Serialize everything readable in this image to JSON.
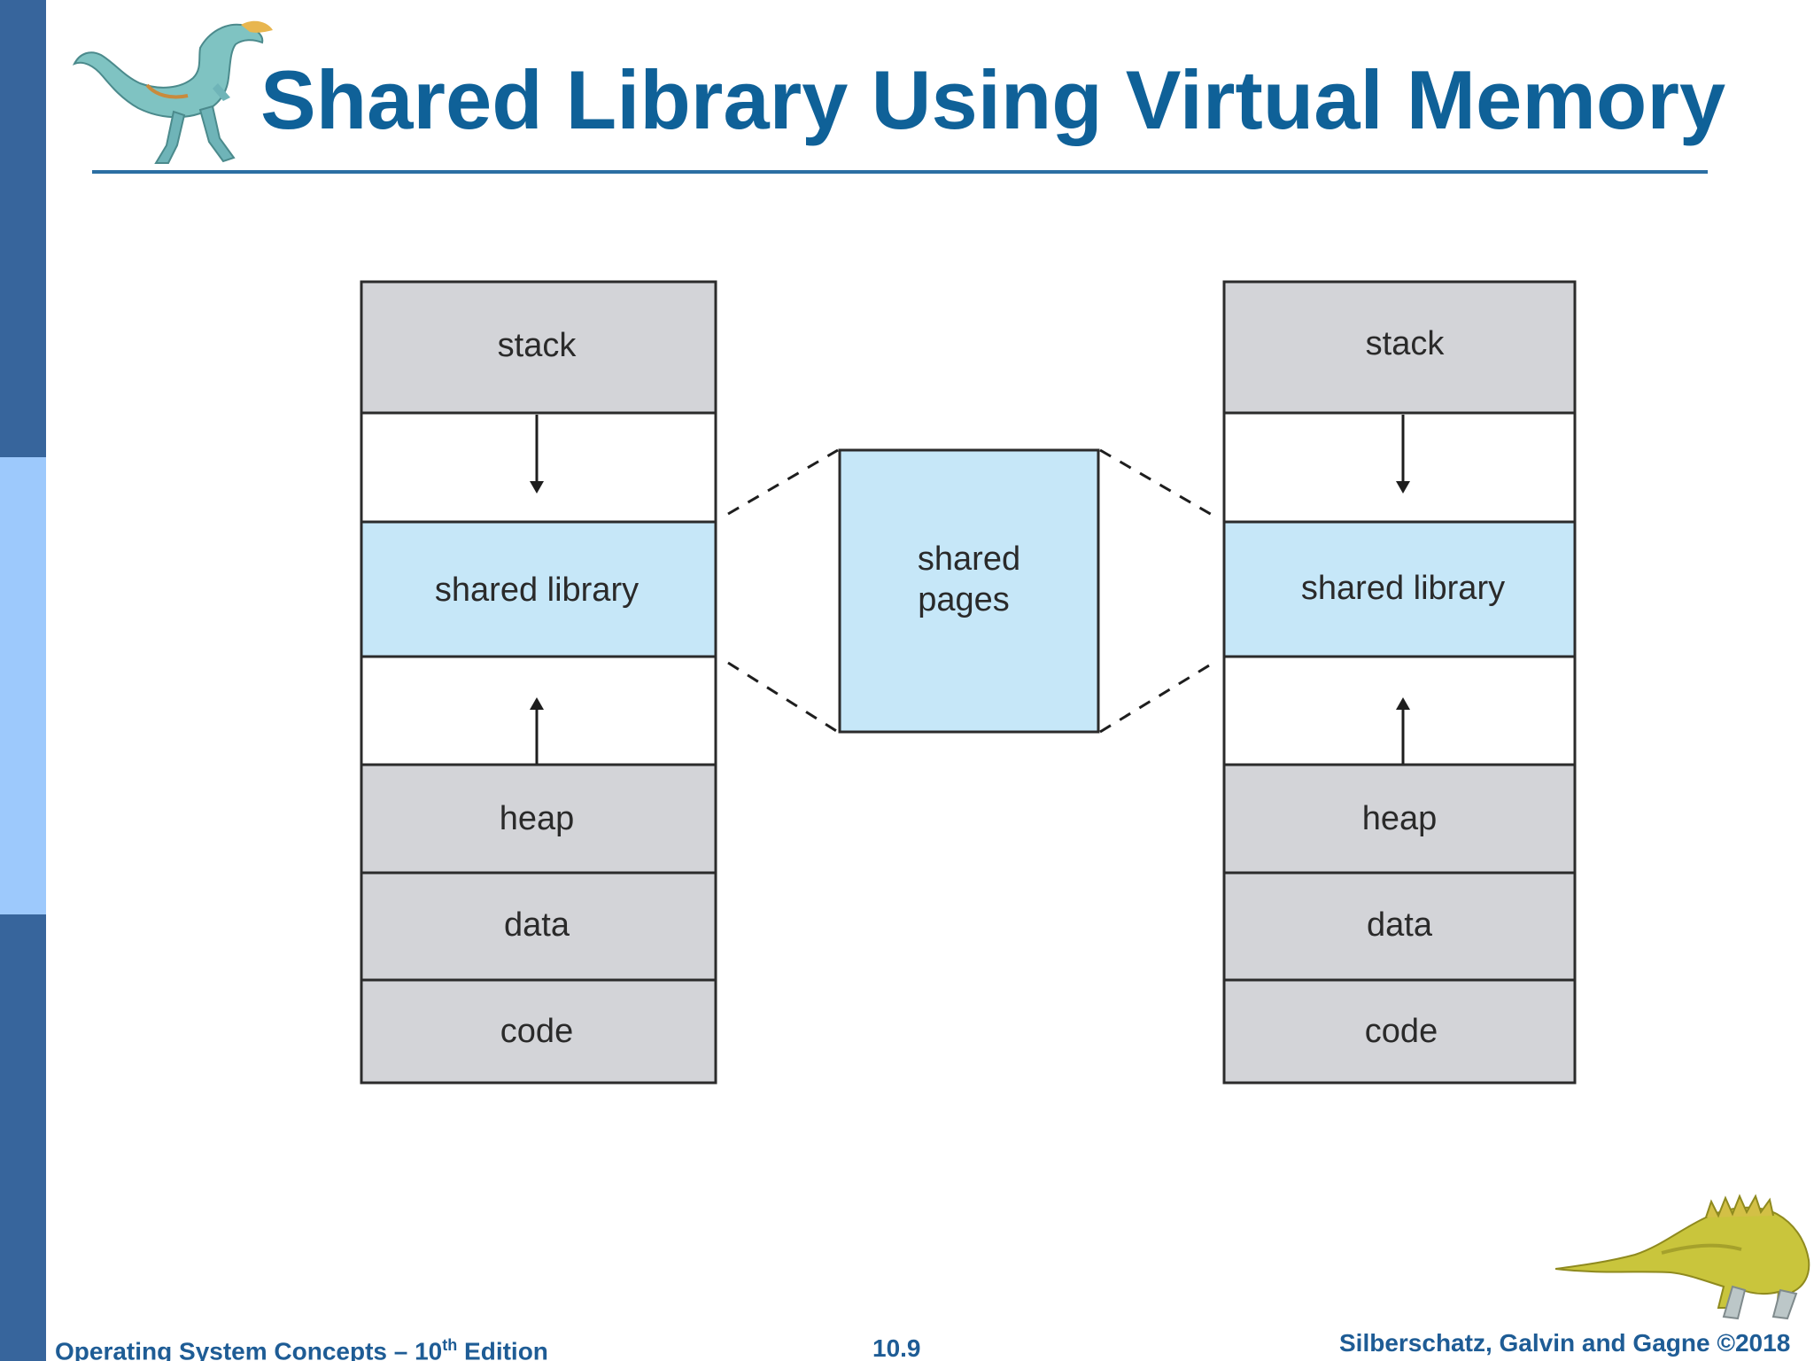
{
  "slide": {
    "title": "Shared Library Using Virtual Memory"
  },
  "diagram": {
    "left_process": {
      "stack": "stack",
      "shared_library": "shared library",
      "heap": "heap",
      "data": "data",
      "code": "code"
    },
    "shared_pages": {
      "line1": "shared",
      "line2": "pages"
    },
    "right_process": {
      "stack": "stack",
      "shared_library": "shared library",
      "heap": "heap",
      "data": "data",
      "code": "code"
    },
    "colors": {
      "segment_gray": "#d3d4d8",
      "shared_blue": "#c6e7f8",
      "outline": "#2b2b2b"
    }
  },
  "footer": {
    "left_prefix": "Operating System Concepts – 10",
    "left_sup": "th",
    "left_suffix": " Edition",
    "page_number": "10.9",
    "right": "Silberschatz, Galvin and Gagne ©2018"
  },
  "theme": {
    "title_color": "#0f6198",
    "sidebar_dark": "#37659c",
    "sidebar_light": "#9dc9fc"
  }
}
